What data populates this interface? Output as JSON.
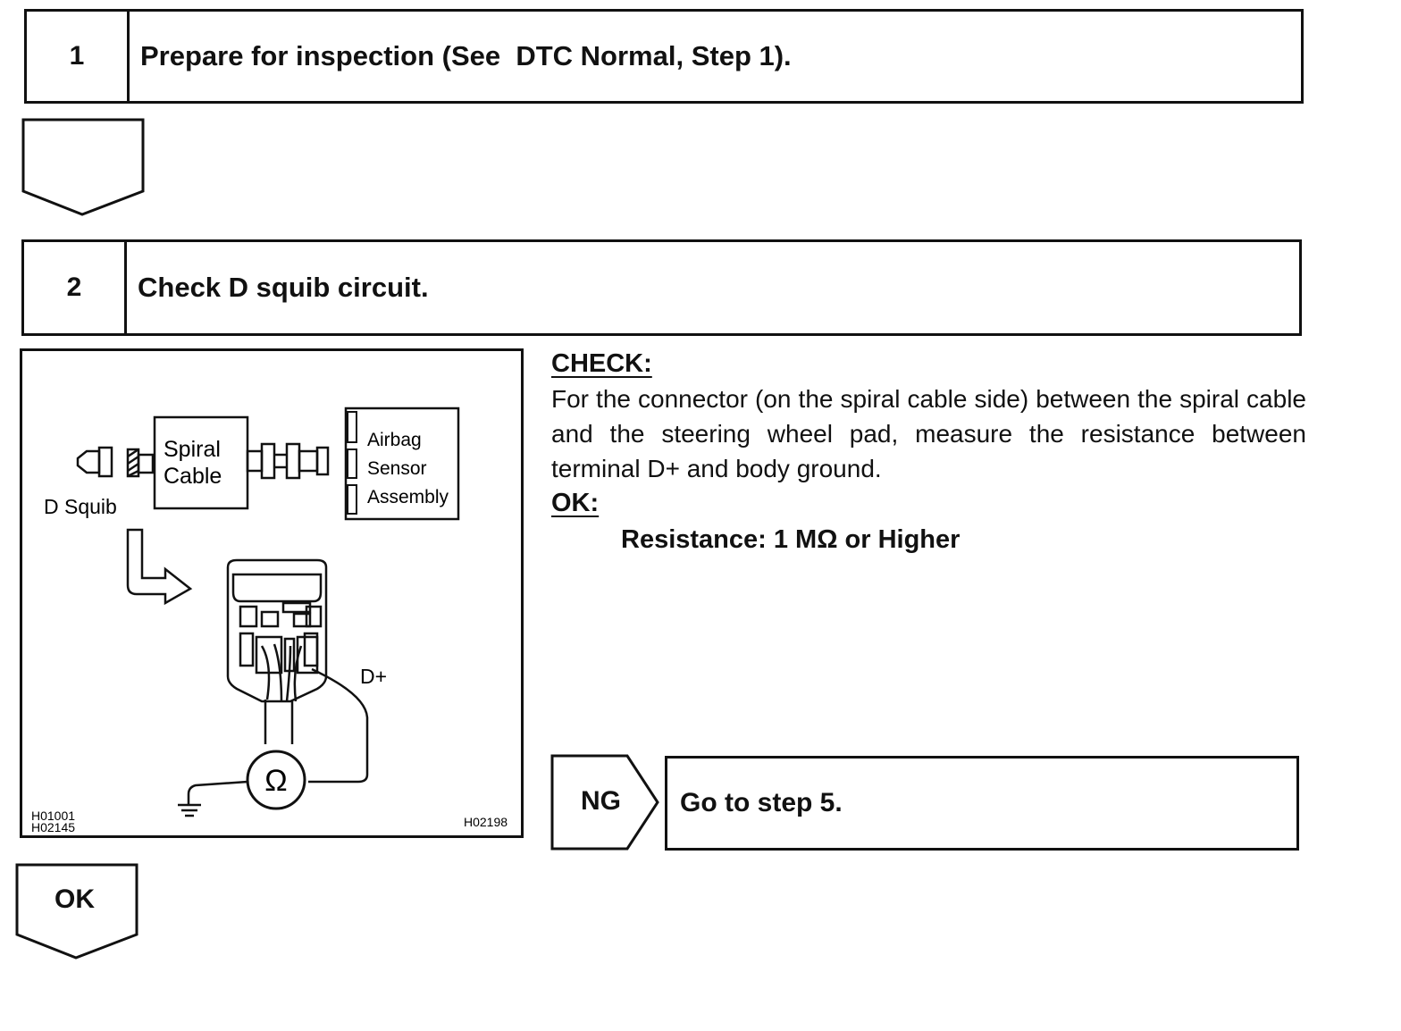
{
  "step1": {
    "number": "1",
    "title_bold": "Prepare for inspection",
    "title_rest": " (See  DTC Normal, Step 1)."
  },
  "step2": {
    "number": "2",
    "title": "Check D squib circuit."
  },
  "figure": {
    "spiral_cable_line1": "Spiral",
    "spiral_cable_line2": "Cable",
    "airbag_line1": "Airbag",
    "airbag_line2": "Sensor",
    "airbag_line3": "Assembly",
    "d_squib": "D Squib",
    "d_plus": "D+",
    "ohm": "Ω",
    "code_left_1": "H01001",
    "code_left_2": "H02145",
    "code_right": "H02198"
  },
  "check": {
    "heading": "CHECK:",
    "body": "For the connector (on the spiral cable side) between the spiral cable and the steering wheel pad, measure the resistance between terminal D+ and body ground.",
    "ok_heading": "OK:",
    "spec": "Resistance: 1 MΩ or Higher"
  },
  "ng": {
    "label": "NG",
    "action": "Go to step 5."
  },
  "ok": {
    "label": "OK"
  }
}
